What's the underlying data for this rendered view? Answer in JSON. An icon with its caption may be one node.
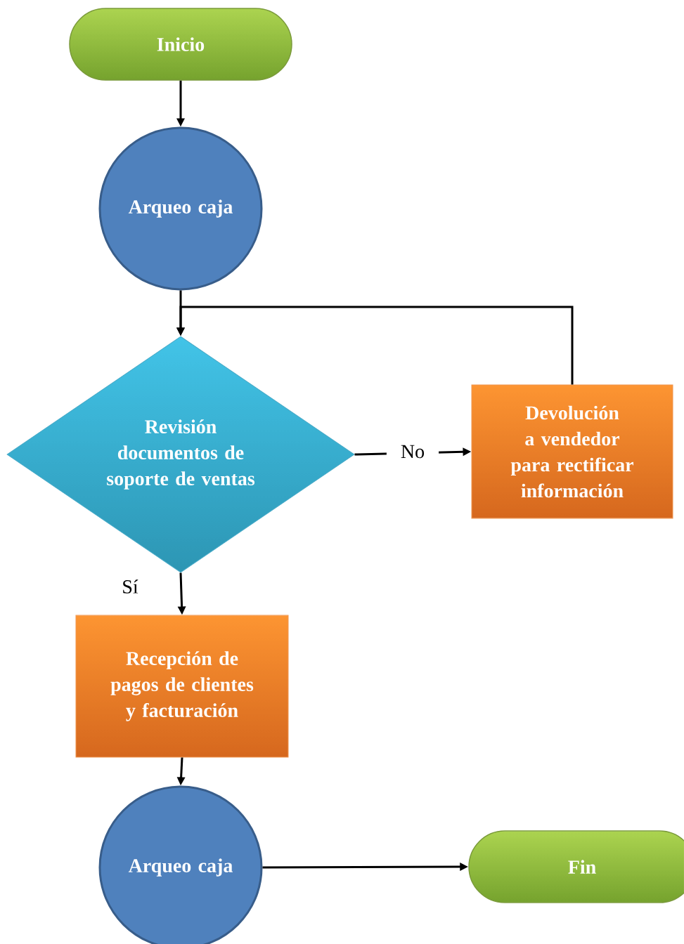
{
  "diagram": {
    "nodes": [
      {
        "text": [
          "Inicio"
        ]
      },
      {
        "text": [
          "Arqueo caja"
        ]
      },
      {
        "text": [
          "Revisión documentos de soporte de ventas"
        ]
      },
      {
        "text": [
          "Devolución a vendedor para rectificar información"
        ]
      },
      {
        "text": [
          "Recepción de pagos de clientes y facturación"
        ]
      },
      {
        "text": [
          "Arqueo caja"
        ]
      },
      {
        "text": [
          "Fin"
        ]
      }
    ],
    "edges": [
      {
        "from": 0,
        "to": 1,
        "arrow": "to"
      },
      {
        "from": 1,
        "to": 2,
        "arrow": "to"
      },
      {
        "from": 2,
        "to": 3,
        "arrow": "to",
        "label": "No"
      },
      {
        "from": 3,
        "to": 2,
        "arrow": "to"
      },
      {
        "from": 2,
        "to": 4,
        "arrow": "to",
        "label": "Sí"
      },
      {
        "from": 4,
        "to": 5,
        "arrow": "to"
      },
      {
        "from": 5,
        "to": 6,
        "arrow": "to"
      }
    ]
  }
}
